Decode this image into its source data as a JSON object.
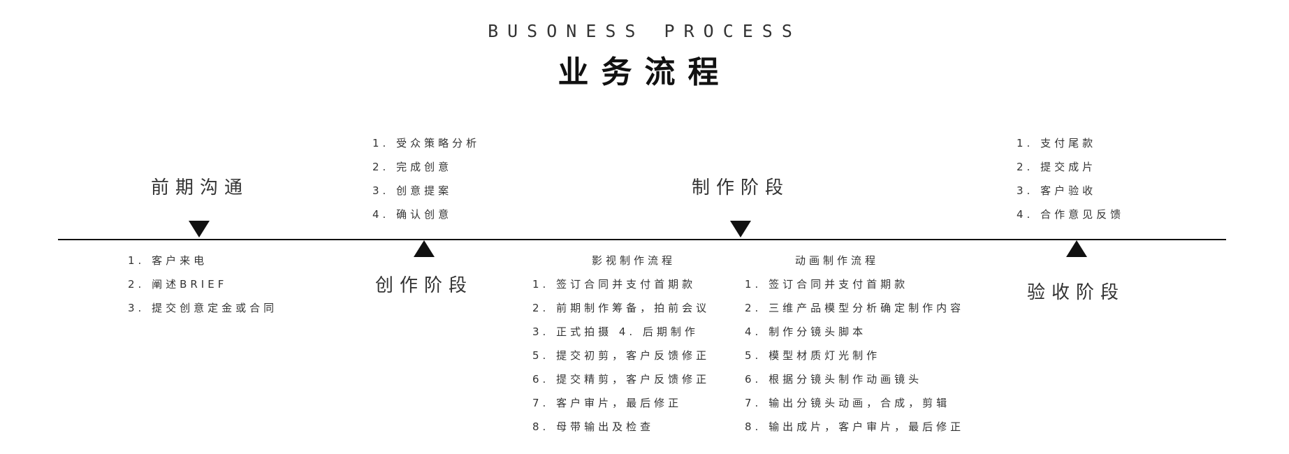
{
  "header": {
    "subtitle": "BUSONESS PROCESS",
    "title": "业务流程"
  },
  "stages": {
    "early": {
      "label": "前期沟通",
      "items": [
        "1. 客户来电",
        "2. 阐述BRIEF",
        "3. 提交创意定金或合同"
      ]
    },
    "creative": {
      "label": "创作阶段",
      "items": [
        "1. 受众策略分析",
        "2. 完成创意",
        "3. 创意提案",
        "4. 确认创意"
      ]
    },
    "production": {
      "label": "制作阶段",
      "film": {
        "heading": "影视制作流程",
        "items": [
          "1. 签订合同并支付首期款",
          "2. 前期制作筹备，拍前会议",
          "3. 正式拍摄  4. 后期制作",
          "5. 提交初剪，客户反馈修正",
          "6. 提交精剪，客户反馈修正",
          "7. 客户审片，最后修正",
          "8. 母带输出及检查"
        ]
      },
      "animation": {
        "heading": "动画制作流程",
        "items": [
          "1. 签订合同并支付首期款",
          "2. 三维产品模型分析确定制作内容",
          "4. 制作分镜头脚本",
          "5. 模型材质灯光制作",
          "6. 根据分镜头制作动画镜头",
          "7. 输出分镜头动画，合成，剪辑",
          "8. 输出成片，客户审片，最后修正"
        ]
      }
    },
    "acceptance": {
      "label": "验收阶段",
      "items": [
        "1. 支付尾款",
        "2. 提交成片",
        "3. 客户验收",
        "4. 合作意见反馈"
      ]
    }
  }
}
